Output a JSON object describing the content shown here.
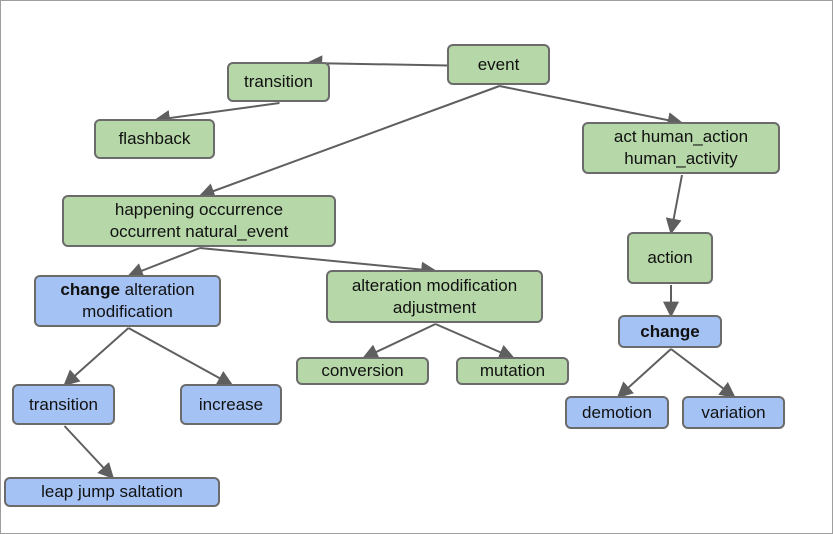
{
  "colors": {
    "green": "#b6d7a8",
    "blue": "#a4c2f4",
    "border": "#6b6b6b",
    "arrow": "#5f5f5f"
  },
  "nodes": {
    "event": {
      "lines": [
        "event"
      ],
      "bold": ""
    },
    "transition_top": {
      "lines": [
        "transition"
      ],
      "bold": ""
    },
    "flashback": {
      "lines": [
        "flashback"
      ],
      "bold": ""
    },
    "act": {
      "lines": [
        "act human_action",
        "human_activity"
      ],
      "bold": ""
    },
    "happening": {
      "lines": [
        "happening occurrence",
        "occurrent natural_event"
      ],
      "bold": ""
    },
    "action": {
      "lines": [
        "action"
      ],
      "bold": ""
    },
    "change_left": {
      "lines": [
        "alteration",
        "modification"
      ],
      "bold": "change"
    },
    "alteration": {
      "lines": [
        "alteration modification",
        "adjustment"
      ],
      "bold": ""
    },
    "change_right": {
      "lines": [],
      "bold": "change"
    },
    "conversion": {
      "lines": [
        "conversion"
      ],
      "bold": ""
    },
    "mutation": {
      "lines": [
        "mutation"
      ],
      "bold": ""
    },
    "transition_bottom": {
      "lines": [
        "transition"
      ],
      "bold": ""
    },
    "increase": {
      "lines": [
        "increase"
      ],
      "bold": ""
    },
    "demotion": {
      "lines": [
        "demotion"
      ],
      "bold": ""
    },
    "variation": {
      "lines": [
        "variation"
      ],
      "bold": ""
    },
    "leap": {
      "lines": [
        "leap jump saltation"
      ],
      "bold": ""
    }
  },
  "edges": [
    [
      "event",
      "transition_top"
    ],
    [
      "transition_top",
      "flashback"
    ],
    [
      "event",
      "happening"
    ],
    [
      "event",
      "act"
    ],
    [
      "act",
      "action"
    ],
    [
      "action",
      "change_right"
    ],
    [
      "happening",
      "change_left"
    ],
    [
      "happening",
      "alteration"
    ],
    [
      "change_left",
      "transition_bottom"
    ],
    [
      "change_left",
      "increase"
    ],
    [
      "alteration",
      "conversion"
    ],
    [
      "alteration",
      "mutation"
    ],
    [
      "change_right",
      "demotion"
    ],
    [
      "change_right",
      "variation"
    ],
    [
      "transition_bottom",
      "leap"
    ]
  ]
}
